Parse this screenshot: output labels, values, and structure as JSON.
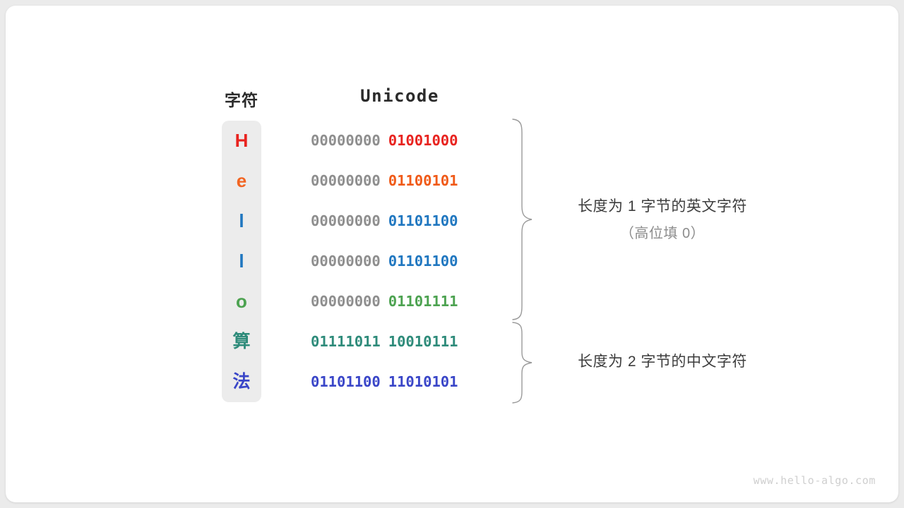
{
  "table": {
    "headers": {
      "char": "字符",
      "unicode": "Unicode"
    },
    "rows": [
      {
        "char": "H",
        "char_color": "#e8231f",
        "high_byte": "00000000",
        "low_byte": "01001000",
        "high_color": "#8e8e8e",
        "low_color": "#e8231f"
      },
      {
        "char": "e",
        "char_color": "#f26522",
        "high_byte": "00000000",
        "low_byte": "01100101",
        "high_color": "#8e8e8e",
        "low_color": "#f05a18"
      },
      {
        "char": "l",
        "char_color": "#2077c0",
        "high_byte": "00000000",
        "low_byte": "01101100",
        "high_color": "#8e8e8e",
        "low_color": "#2077c0"
      },
      {
        "char": "l",
        "char_color": "#2077c0",
        "high_byte": "00000000",
        "low_byte": "01101100",
        "high_color": "#8e8e8e",
        "low_color": "#2077c0"
      },
      {
        "char": "o",
        "char_color": "#4ca250",
        "high_byte": "00000000",
        "low_byte": "01101111",
        "high_color": "#8e8e8e",
        "low_color": "#4ca250"
      },
      {
        "char": "算",
        "char_color": "#2e8b7a",
        "high_byte": "01111011",
        "low_byte": "10010111",
        "high_color": "#2e8b7a",
        "low_color": "#2e8b7a"
      },
      {
        "char": "法",
        "char_color": "#3a46c8",
        "high_byte": "01101100",
        "low_byte": "11010101",
        "high_color": "#3a46c8",
        "low_color": "#3a46c8"
      }
    ]
  },
  "annotations": [
    {
      "line1": "长度为 1 字节的英文字符",
      "line2": "（高位填 0）"
    },
    {
      "line1": "长度为 2 字节的中文字符",
      "line2": ""
    }
  ],
  "watermark": "www.hello-algo.com",
  "colors": {
    "page_background": "#ebebeb",
    "card_background": "#ffffff",
    "pill_background": "#ececec",
    "brace_stroke": "#9a9a9a",
    "header_text": "#2b2b2b"
  }
}
